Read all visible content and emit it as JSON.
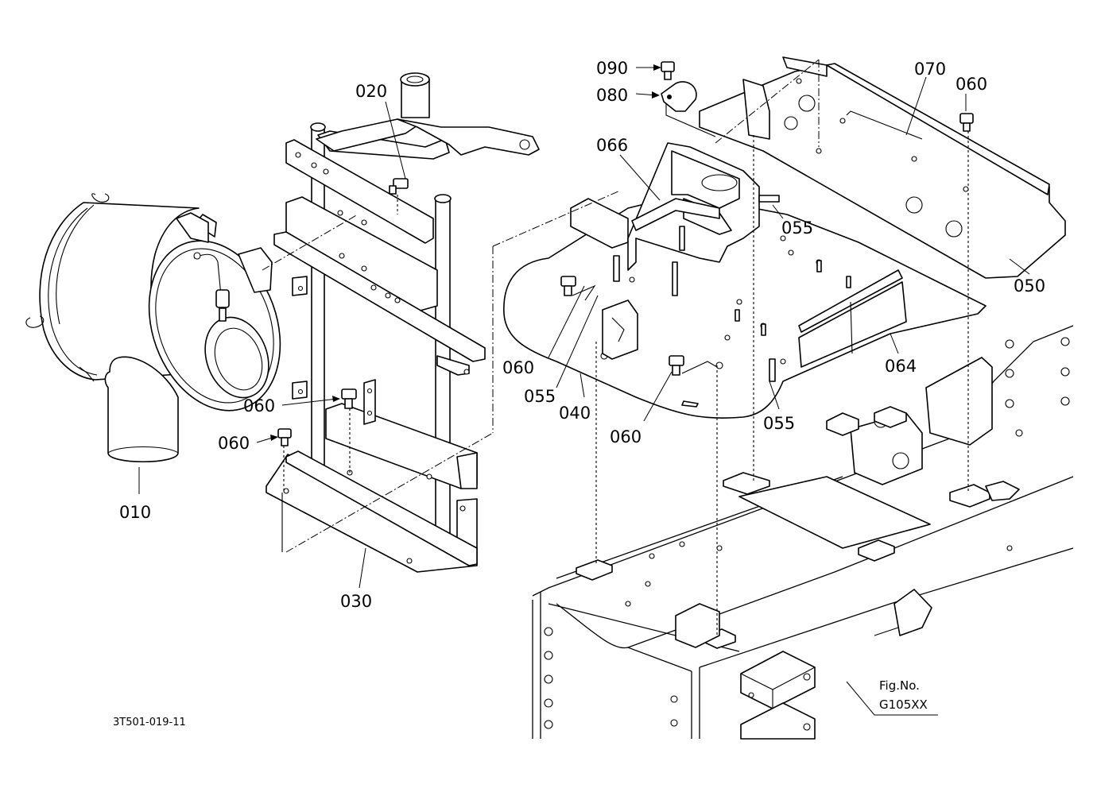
{
  "callouts": {
    "c010": "010",
    "c020": "020",
    "c030": "030",
    "c040": "040",
    "c050": "050",
    "c055a": "055",
    "c055b": "055",
    "c055c": "055",
    "c060a": "060",
    "c060b": "060",
    "c060c": "060",
    "c060d": "060",
    "c060e": "060",
    "c064": "064",
    "c066": "066",
    "c070": "070",
    "c080": "080",
    "c090": "090"
  },
  "drawing_number": "3T501-019-11",
  "figure": {
    "label": "Fig.No.",
    "number": "G105XX"
  }
}
